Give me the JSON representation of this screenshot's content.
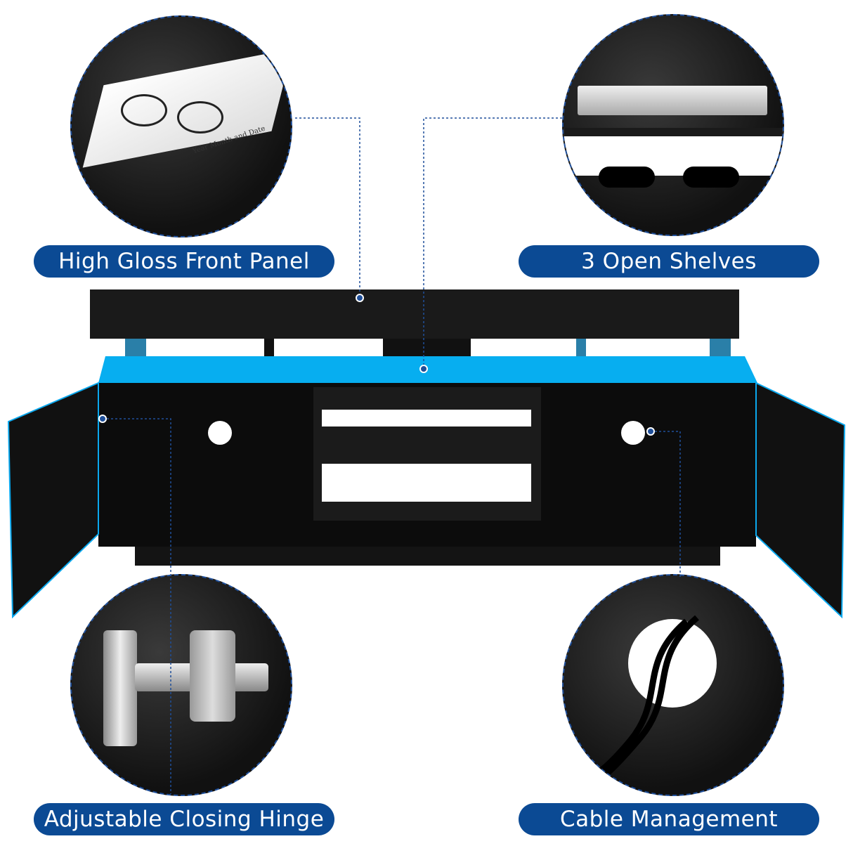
{
  "features": [
    {
      "label": "High Gloss Front Panel",
      "icon": "book-glasses-icon"
    },
    {
      "label": "3 Open Shelves",
      "icon": "shelves-console-icon"
    },
    {
      "label": "Adjustable Closing Hinge",
      "icon": "hinge-icon"
    },
    {
      "label": "Cable Management",
      "icon": "cable-hole-icon"
    }
  ],
  "book_title": "Year Month and Date",
  "colors": {
    "label_bg": "#0b4a94",
    "led": "#00aaff",
    "furniture": "#111111"
  }
}
